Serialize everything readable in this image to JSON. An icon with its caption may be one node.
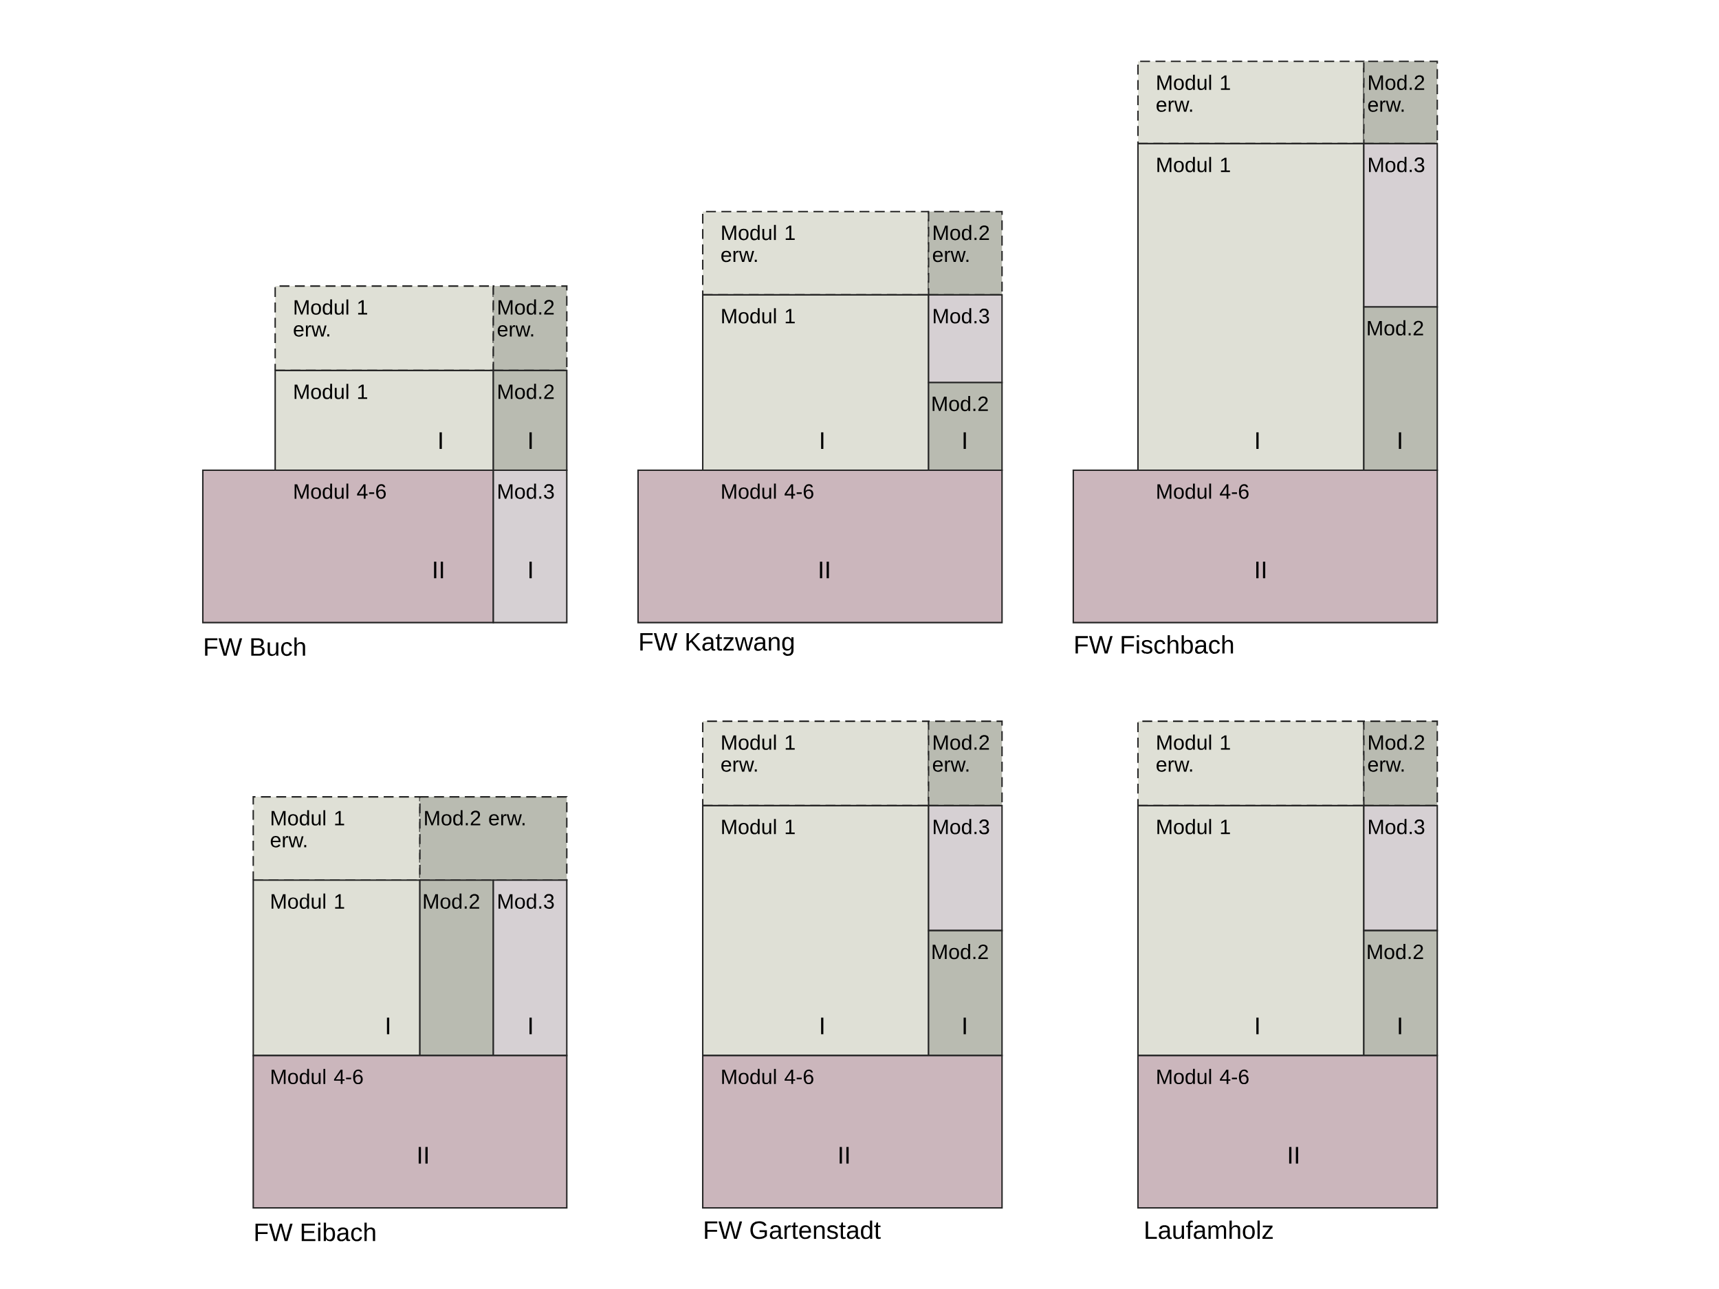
{
  "diagram": {
    "nodes": [
      {
        "text": [
          "Modul 1 erw."
        ]
      },
      {
        "text": [
          "Mod.2 erw."
        ]
      },
      {
        "text": [
          "Modul 1",
          "I"
        ]
      },
      {
        "text": [
          "Mod.2",
          "I"
        ]
      },
      {
        "text": [
          "Modul 4-6",
          "II"
        ]
      },
      {
        "text": [
          "Mod.3",
          "I"
        ]
      },
      {
        "text": [
          "Modul 1 erw."
        ]
      },
      {
        "text": [
          "Mod.2 erw."
        ]
      },
      {
        "text": [
          "Modul 1",
          "I"
        ]
      },
      {
        "text": [
          "Mod.3"
        ]
      },
      {
        "text": [
          "Mod.2",
          "I"
        ]
      },
      {
        "text": [
          "Modul 4-6",
          "II"
        ]
      },
      {
        "text": [
          "Modul 1 erw."
        ]
      },
      {
        "text": [
          "Mod.2 erw."
        ]
      },
      {
        "text": [
          "Modul 1",
          "I"
        ]
      },
      {
        "text": [
          "Mod.3"
        ]
      },
      {
        "text": [
          "Mod.2",
          "I"
        ]
      },
      {
        "text": [
          "Modul 4-6",
          "II"
        ]
      },
      {
        "text": [
          "Modul 1 erw."
        ]
      },
      {
        "text": [
          "Mod.2 erw."
        ]
      },
      {
        "text": [
          "Modul 1",
          "I"
        ]
      },
      {
        "text": [
          "Mod.2"
        ]
      },
      {
        "text": [
          "Mod.3",
          "I"
        ]
      },
      {
        "text": [
          "Modul 4-6",
          "II"
        ]
      },
      {
        "text": [
          "Modul 1 erw."
        ]
      },
      {
        "text": [
          "Mod.2 erw."
        ]
      },
      {
        "text": [
          "Modul 1",
          "I"
        ]
      },
      {
        "text": [
          "Mod.3"
        ]
      },
      {
        "text": [
          "Mod.2",
          "I"
        ]
      },
      {
        "text": [
          "Modul 4-6",
          "II"
        ]
      },
      {
        "text": [
          "Modul 1 erw."
        ]
      },
      {
        "text": [
          "Mod.2 erw."
        ]
      },
      {
        "text": [
          "Modul 1",
          "I"
        ]
      },
      {
        "text": [
          "Mod.3"
        ]
      },
      {
        "text": [
          "Mod.2",
          "I"
        ]
      },
      {
        "text": [
          "Modul 4-6",
          "II"
        ]
      }
    ],
    "labels": [
      "FW Buch",
      "FW Katzwang",
      "FW Fischbach",
      "FW Eibach",
      "FW Gartenstadt",
      "Laufamholz"
    ]
  }
}
